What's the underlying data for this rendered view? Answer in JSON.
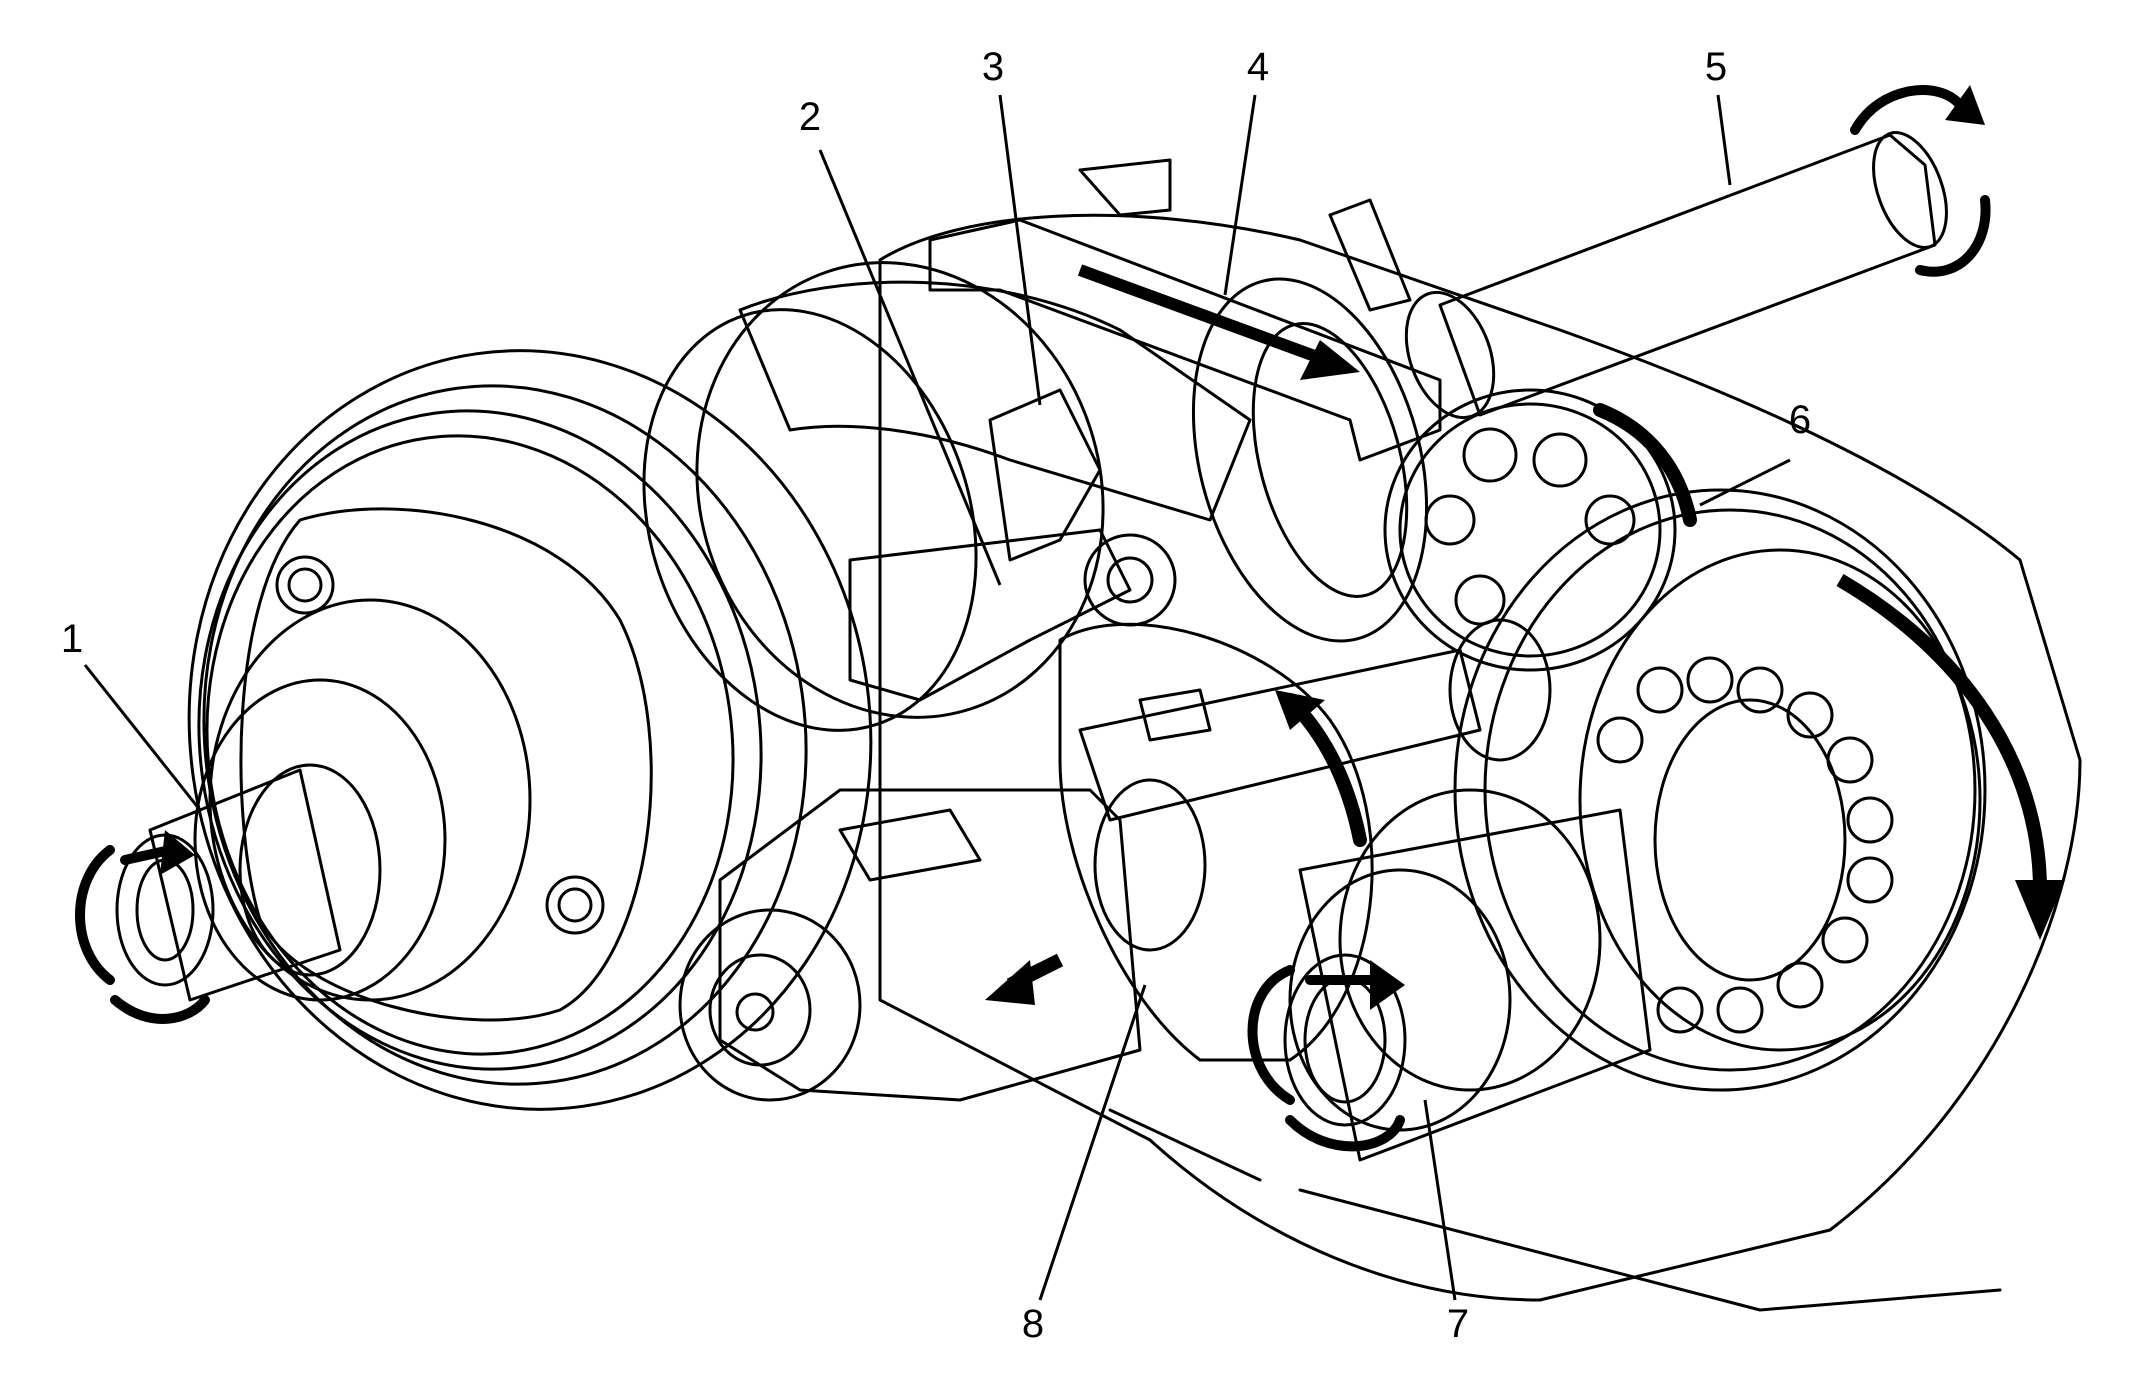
{
  "callouts": [
    {
      "id": "1",
      "label": "1"
    },
    {
      "id": "2",
      "label": "2"
    },
    {
      "id": "3",
      "label": "3"
    },
    {
      "id": "4",
      "label": "4"
    },
    {
      "id": "5",
      "label": "5"
    },
    {
      "id": "6",
      "label": "6"
    },
    {
      "id": "7",
      "label": "7"
    },
    {
      "id": "8",
      "label": "8"
    }
  ],
  "colors": {
    "line": "#000000",
    "background": "#ffffff",
    "fill": "#ffffff"
  }
}
